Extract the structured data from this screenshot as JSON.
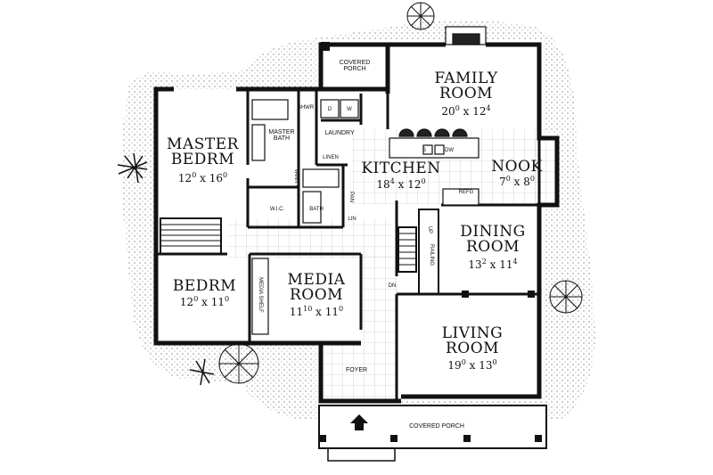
{
  "rooms": {
    "family_room": {
      "name_line1": "FAMILY",
      "name_line2": "ROOM",
      "dim_w": "20",
      "dim_w_in": "0",
      "dim_h": "12",
      "dim_h_in": "4"
    },
    "kitchen": {
      "name": "KITCHEN",
      "dim_w": "18",
      "dim_w_in": "4",
      "dim_h": "12",
      "dim_h_in": "0"
    },
    "nook": {
      "name": "NOOK",
      "dim_w": "7",
      "dim_w_in": "0",
      "dim_h": "8",
      "dim_h_in": "0"
    },
    "dining_room": {
      "name_line1": "DINING",
      "name_line2": "ROOM",
      "dim_w": "13",
      "dim_w_in": "2",
      "dim_h": "11",
      "dim_h_in": "4"
    },
    "living_room": {
      "name_line1": "LIVING",
      "name_line2": "ROOM",
      "dim_w": "19",
      "dim_w_in": "0",
      "dim_h": "13",
      "dim_h_in": "0"
    },
    "master_bedroom": {
      "name_line1": "MASTER",
      "name_line2": "BEDRM",
      "dim_w": "12",
      "dim_w_in": "0",
      "dim_h": "16",
      "dim_h_in": "0"
    },
    "bedroom": {
      "name": "BEDRM",
      "dim_w": "12",
      "dim_w_in": "0",
      "dim_h": "11",
      "dim_h_in": "0"
    },
    "media_room": {
      "name_line1": "MEDIA",
      "name_line2": "ROOM",
      "dim_w": "11",
      "dim_w_in": "10",
      "dim_h": "11",
      "dim_h_in": "0"
    }
  },
  "small_labels": {
    "covered_porch_top_line1": "COVERED",
    "covered_porch_top_line2": "PORCH",
    "covered_porch_bottom": "COVERED PORCH",
    "master_bath_line1": "MASTER",
    "master_bath_line2": "BATH",
    "laundry": "LAUNDRY",
    "linen": "LINEN",
    "shwr": "SHWR",
    "vanity": "VANITY",
    "wic": "W.I.C.",
    "bath": "BATH",
    "pan": "PAN",
    "lin": "LIN",
    "refg": "REFG",
    "railing": "RAILING",
    "dn": "DN",
    "foyer": "FOYER",
    "media_shelf": "MEDIA SHELF",
    "d": "D",
    "w": "W",
    "s": "S",
    "dw": "DW",
    "up": "UP"
  }
}
